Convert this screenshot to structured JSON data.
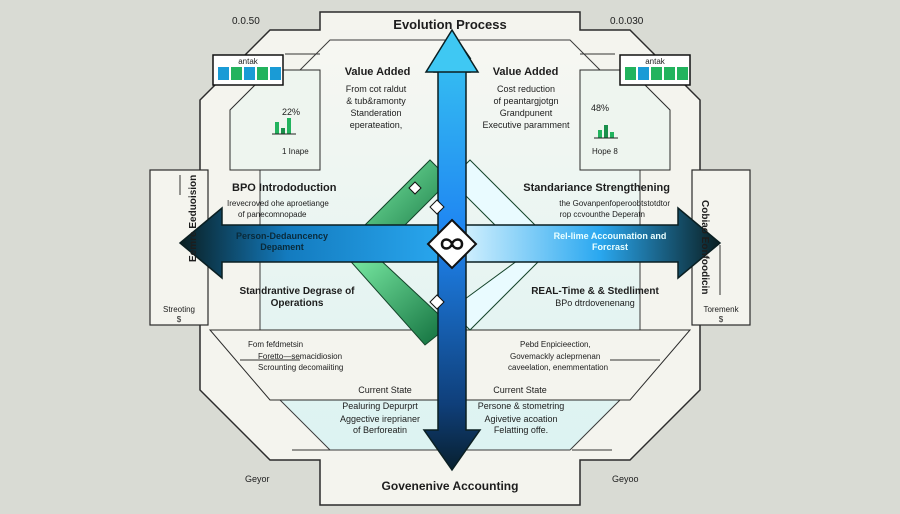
{
  "title": "Evolution Process",
  "bottom_title": "Govenenive Accounting",
  "top_left_counter": "0.0.50",
  "top_right_counter": "0.0.030",
  "left_legend_label": "antak",
  "right_legend_label": "antak",
  "left_legend_colors": [
    "#1a9bd6",
    "#22b35e",
    "#1a9bd6",
    "#22b35e",
    "#1a9bd6"
  ],
  "right_legend_colors": [
    "#22b35e",
    "#1a9bd6",
    "#22b35e",
    "#22b35e",
    "#22b35e"
  ],
  "value_added_left": {
    "heading": "Value Added",
    "lines": [
      "From cot raldut",
      "& tub&ramonty",
      "Standeration",
      "eperateation,"
    ]
  },
  "value_added_right": {
    "heading": "Value Added",
    "lines": [
      "Cost reduction",
      "of peantargjotgn",
      "Grandpunent",
      "Executive paramment"
    ]
  },
  "left_percent": "22%",
  "right_percent": "48%",
  "left_small_label": "1 Inape",
  "right_small_label": "Hope 8",
  "bpo_intro": {
    "heading": "BPO Intrododuction",
    "lines": [
      "Irevecroved ohe aproetiange",
      "of panecomnopade"
    ]
  },
  "standard_strength": {
    "heading": "Standariance Strengthening",
    "lines": [
      "the Govanpenfoperoobtstotdtor",
      "rop ccvounthe Deperatn"
    ]
  },
  "left_arrow_label": [
    "Person-Dedauncency",
    "Depament"
  ],
  "right_arrow_label": [
    "Rel-lime Accoumation and",
    "Forcrast"
  ],
  "standard_degrase": [
    "Standrantive Degrase of",
    "Operations"
  ],
  "realtime_strengthening": [
    "REAL-Time & & Stedliment",
    "BPo dtrdovenenang"
  ],
  "left_side_vertical": "Eemre Eeduoision",
  "right_side_vertical": "Cobiao Eonfoodicin",
  "left_side_foot": [
    "Streoting",
    "$"
  ],
  "right_side_foot": [
    "Toremenk",
    "$"
  ],
  "lower_left_notes": [
    "Fom fefdmetsin",
    "Foretto—semacidiosion",
    "Scrounting decomaiiting"
  ],
  "lower_right_notes": [
    "Pebd Enpicieection,",
    "Govemackly acleprnenan",
    "caveelation, enemmentation"
  ],
  "current_state_left": {
    "heading": "Current State",
    "lines": [
      "Pealuring Depurprt",
      "Aggective ireprianer",
      "of Berforeatin"
    ]
  },
  "current_state_right": {
    "heading": "Current State",
    "lines": [
      "Persone & stometring",
      "Agivetive acoation",
      "Felatting offe."
    ]
  },
  "bottom_left_label": "Geyor",
  "bottom_right_label": "Geyoo"
}
